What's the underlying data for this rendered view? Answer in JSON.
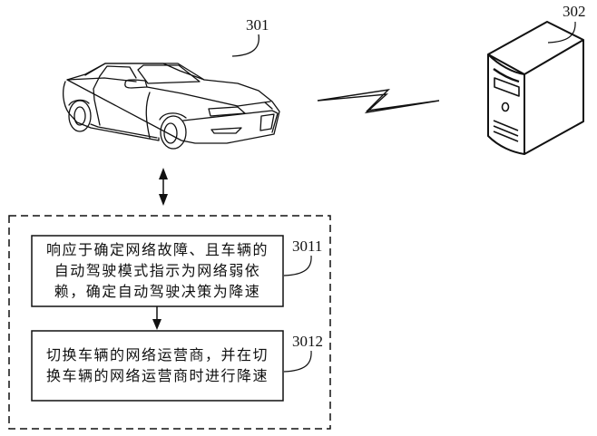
{
  "figure": {
    "type": "patent-drawing",
    "components": {
      "vehicle": {
        "ref": "301",
        "icon": "car-icon"
      },
      "server": {
        "ref": "302",
        "icon": "server-tower-icon"
      },
      "link": {
        "icon": "wireless-lightning-icon"
      }
    },
    "steps": [
      {
        "ref": "3011",
        "lines": [
          "响应于确定网络故障、且车辆的",
          "自动驾驶模式指示为网络弱依",
          "赖，确定自动驾驶决策为降速"
        ]
      },
      {
        "ref": "3012",
        "lines": [
          "切换车辆的网络运营商，并在切",
          "换车辆的网络运营商时进行降速"
        ]
      }
    ],
    "colors": {
      "line": "#111111",
      "background": "#ffffff"
    }
  }
}
